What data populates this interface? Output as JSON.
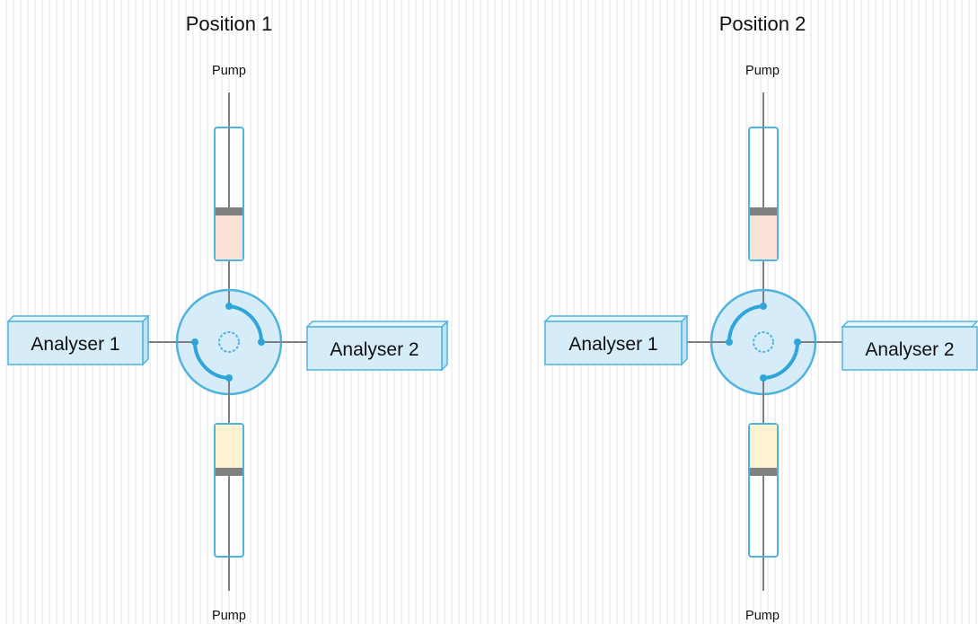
{
  "panels": [
    {
      "title": "Position 1",
      "pump_top": "Pump",
      "pump_bottom": "Pump",
      "analyser_left": "Analyser 1",
      "analyser_right": "Analyser 2"
    },
    {
      "title": "Position 2",
      "pump_top": "Pump",
      "pump_bottom": "Pump",
      "analyser_left": "Analyser 1",
      "analyser_right": "Analyser 2"
    }
  ],
  "colors": {
    "outline_blue": "#4eb3dd",
    "fill_light_blue": "#d6ecf8",
    "channel_blue": "#2fa5d9",
    "line_gray": "#7f7f7f",
    "piston_gray": "#808080",
    "top_fluid": "#fbe3d8",
    "bottom_fluid": "#fdf2d2"
  }
}
